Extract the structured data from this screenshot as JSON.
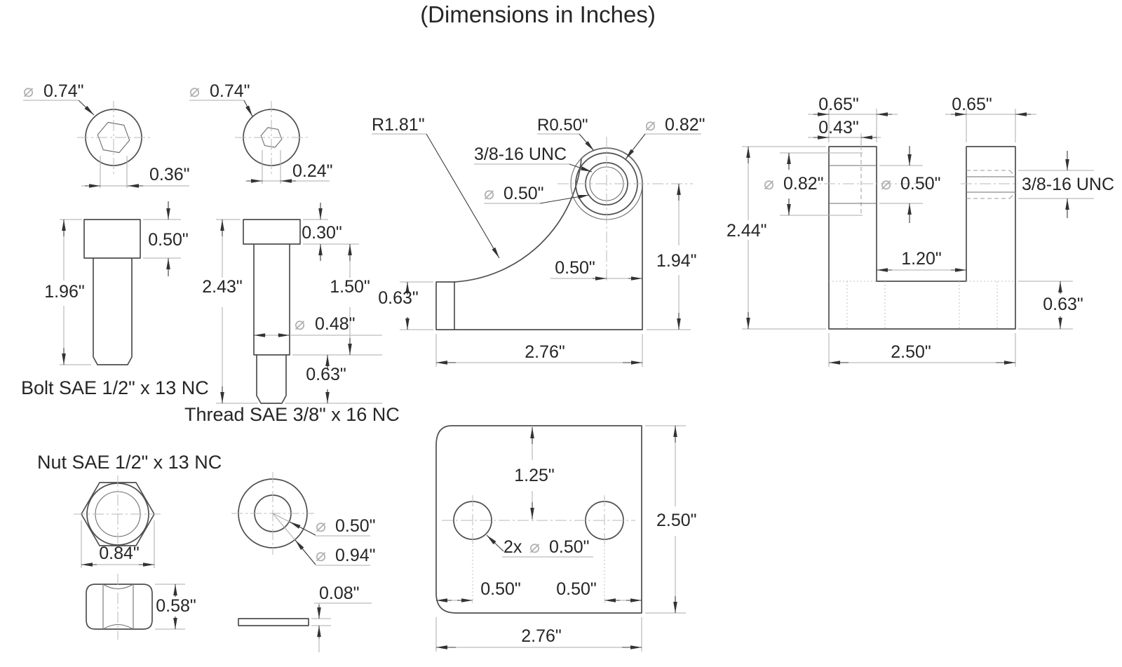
{
  "title": "(Dimensions in Inches)",
  "sym": {
    "phi": "⌀"
  },
  "bolt": {
    "label": "Bolt SAE 1/2\" x 13 NC",
    "head_dia": "0.74\"",
    "socket_width": "0.36\"",
    "head_height": "0.50\"",
    "length": "1.96\""
  },
  "shoulder_screw": {
    "label": "Thread SAE 3/8\" x 16 NC",
    "head_dia": "0.74\"",
    "socket_width": "0.24\"",
    "head_height": "0.30\"",
    "overall_length": "2.43\"",
    "shoulder_length": "1.50\"",
    "shoulder_dia": "0.48\"",
    "thread_length": "0.63\""
  },
  "corner_bracket": {
    "fillet_radius": "R1.81\"",
    "thread_spec": "3/8-16 UNC",
    "boss_radius": "R0.50\"",
    "boss_dia": "0.82\"",
    "hole_dia": "0.50\"",
    "hole_edge_offset": "0.50\"",
    "hole_height": "1.94\"",
    "base_height": "0.63\"",
    "base_width": "2.76\""
  },
  "u_bracket": {
    "left_wall_width": "0.65\"",
    "cbore_depth": "0.43\"",
    "right_wall_width": "0.65\"",
    "cbore_dia": "0.82\"",
    "hole_dia": "0.50\"",
    "thread_spec": "3/8-16 UNC",
    "overall_height": "2.44\"",
    "slot_width": "1.20\"",
    "base_height": "0.63\"",
    "base_width": "2.50\""
  },
  "nut": {
    "label": "Nut SAE 1/2\" x 13 NC",
    "across_flats": "0.84\"",
    "height": "0.58\""
  },
  "washer": {
    "inner_dia": "0.50\"",
    "outer_dia": "0.94\"",
    "thickness": "0.08\""
  },
  "plate": {
    "hole_top_offset": "1.25\"",
    "hole_count": "2x",
    "hole_dia": "0.50\"",
    "height": "2.50\"",
    "left_hole_offset": "0.50\"",
    "right_hole_offset": "0.50\"",
    "width": "2.76\""
  }
}
